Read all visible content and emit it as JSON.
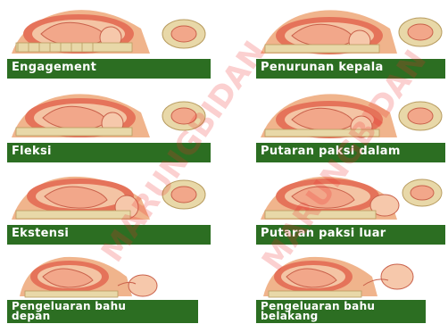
{
  "stages": [
    {
      "label": "Engagement"
    },
    {
      "label": "Penurunan kepala"
    },
    {
      "label": "Fleksi"
    },
    {
      "label": "Putaran paksi dalam"
    },
    {
      "label": "Ekstensi"
    },
    {
      "label": "Putaran paksi luar"
    },
    {
      "label_line1": "Pengeluaran bahu",
      "label_line2": "depan"
    },
    {
      "label_line1": "Pengeluaran bahu",
      "label_line2": "belakang"
    }
  ],
  "watermark": {
    "text": "MARUNGBIDAN"
  },
  "colors": {
    "label_bg": "#2c6e22",
    "label_text": "#ffffff",
    "skin": "#f0b48c",
    "uterus": "#e5735a",
    "bone": "#e8d8a8",
    "watermark": "#eb2828"
  }
}
